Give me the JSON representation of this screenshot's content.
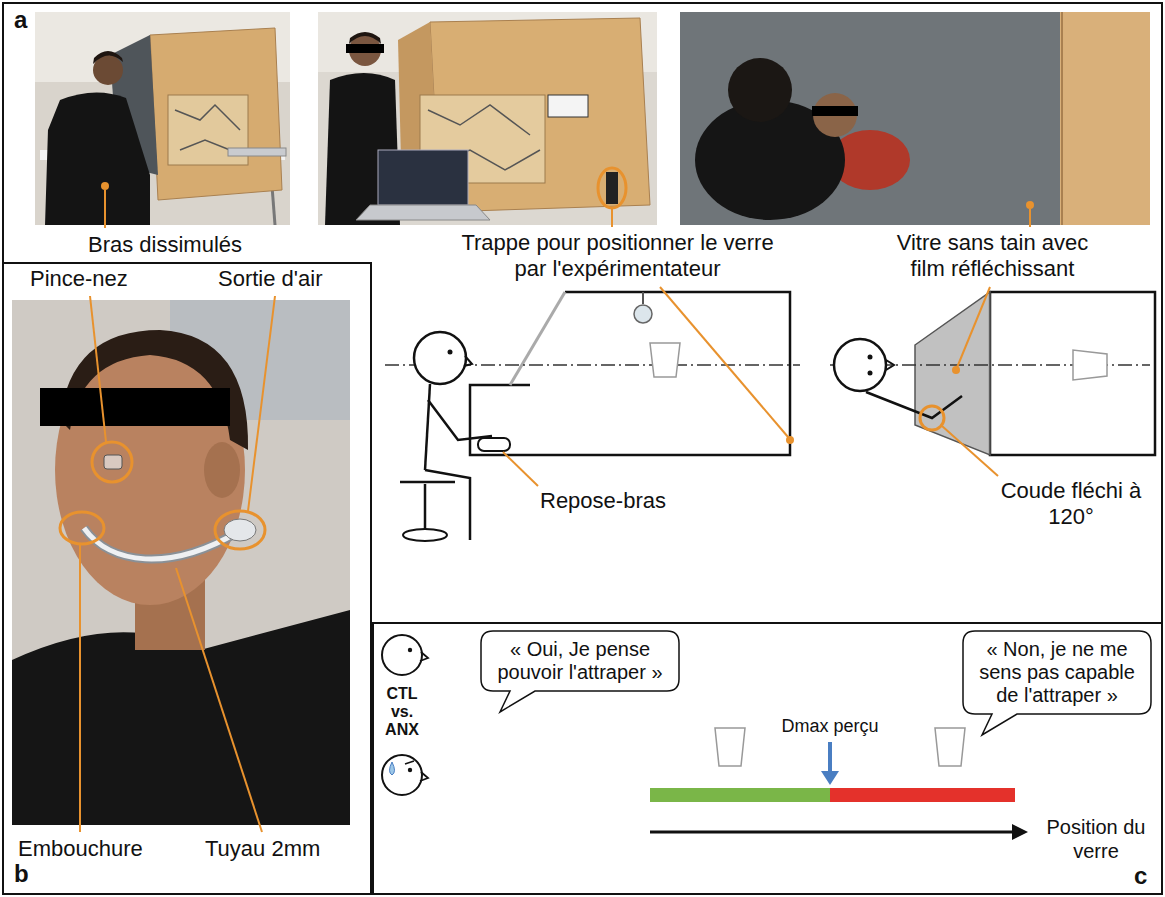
{
  "diagram": {
    "nodes": [
      {
        "text": [
          "a"
        ]
      },
      {
        "text": [
          "b"
        ]
      },
      {
        "text": [
          "c"
        ]
      },
      {
        "text": [
          "« Oui, Je pense pouvoir l'attraper »"
        ],
        "in": 2
      },
      {
        "text": [
          "« Non, je ne me sens pas capable de l'attraper »"
        ],
        "in": 2
      }
    ],
    "labels": [
      "Bras dissimulés",
      "Trappe pour positionner le verre par l'expérimentateur",
      "Vitre sans tain avec film réfléchissant",
      "Repose-bras",
      "Coude fléchi à 120°",
      "Pince-nez",
      "Sortie d'air",
      "Embouchure",
      "Tuyau 2mm",
      "CTL",
      "vs.",
      "ANX",
      "Dmax perçu",
      "Position du verre"
    ]
  }
}
